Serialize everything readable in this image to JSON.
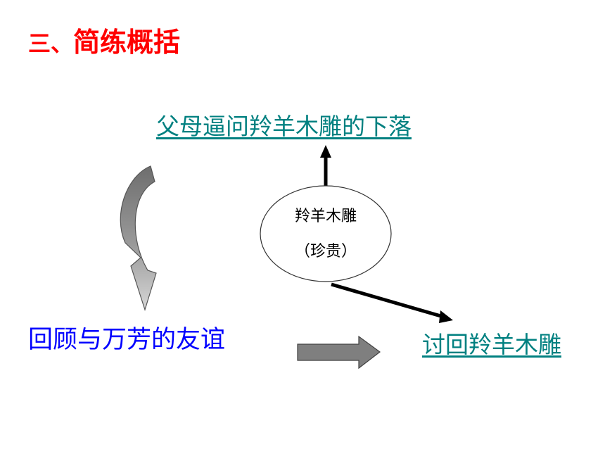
{
  "title": {
    "number": "三、",
    "text": "简练概括"
  },
  "top_event": "父母逼问羚羊木雕的下落",
  "center": {
    "line1": "羚羊木雕",
    "line2": "（珍贵）"
  },
  "left_event": "回顾与万芳的友谊",
  "right_event": "讨回羚羊木雕",
  "colors": {
    "title": "#ff0000",
    "link": "#008080",
    "left_text": "#0000ff",
    "arrow_gray": "#7f7f7f",
    "curved_arrow_light": "#c0c0c0"
  }
}
